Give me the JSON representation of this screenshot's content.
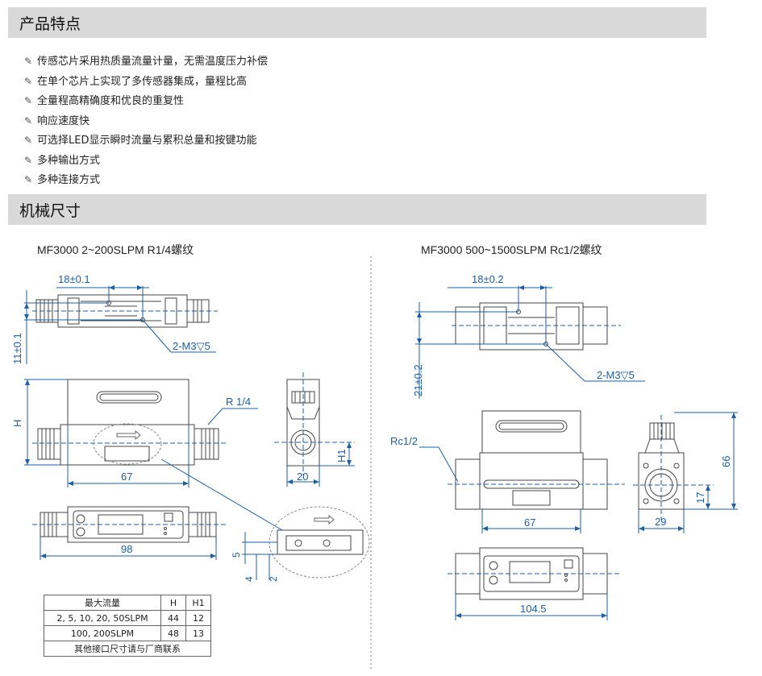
{
  "sections": {
    "features_title": "产品特点",
    "mechanical_title": "机械尺寸"
  },
  "features": [
    "传感芯片采用热质量流量计量，无需温度压力补偿",
    "在单个芯片上实现了多传感器集成，量程比高",
    "全量程高精确度和优良的重复性",
    "响应速度快",
    "可选择LED显示瞬时流量与累积总量和按键功能",
    "多种输出方式",
    "多种连接方式"
  ],
  "left_drawing": {
    "title": "MF3000  2~200SLPM   R1/4螺纹",
    "dim_18": "18±0.1",
    "dim_11": "11±0.1",
    "m3": "2-M3▽5",
    "thread": "R 1/4",
    "H": "H",
    "H1": "H1",
    "dim_67": "67",
    "dim_20": "20",
    "dim_98": "98",
    "dim_5": "5",
    "dim_4": "4",
    "dim_2": "2"
  },
  "right_drawing": {
    "title": "MF3000  500~1500SLPM  Rc1/2螺纹",
    "dim_18": "18±0.2",
    "dim_21": "21±0.2",
    "m3": "2-M3▽5",
    "thread": "Rc1/2",
    "dim_67": "67",
    "dim_66": "66",
    "dim_17": "17",
    "dim_29": "29",
    "dim_104": "104.5"
  },
  "spec_table": {
    "header": [
      "最大流量",
      "H",
      "H1"
    ],
    "rows": [
      [
        "2, 5, 10, 20, 50SLPM",
        "44",
        "12"
      ],
      [
        "100, 200SLPM",
        "48",
        "13"
      ]
    ],
    "footer": "其他接口尺寸请与厂商联系"
  },
  "icons": {
    "bullet": "pencil-icon"
  },
  "colors": {
    "section_bar": "#d9d9d9",
    "dimension": "#1c5fa8"
  }
}
